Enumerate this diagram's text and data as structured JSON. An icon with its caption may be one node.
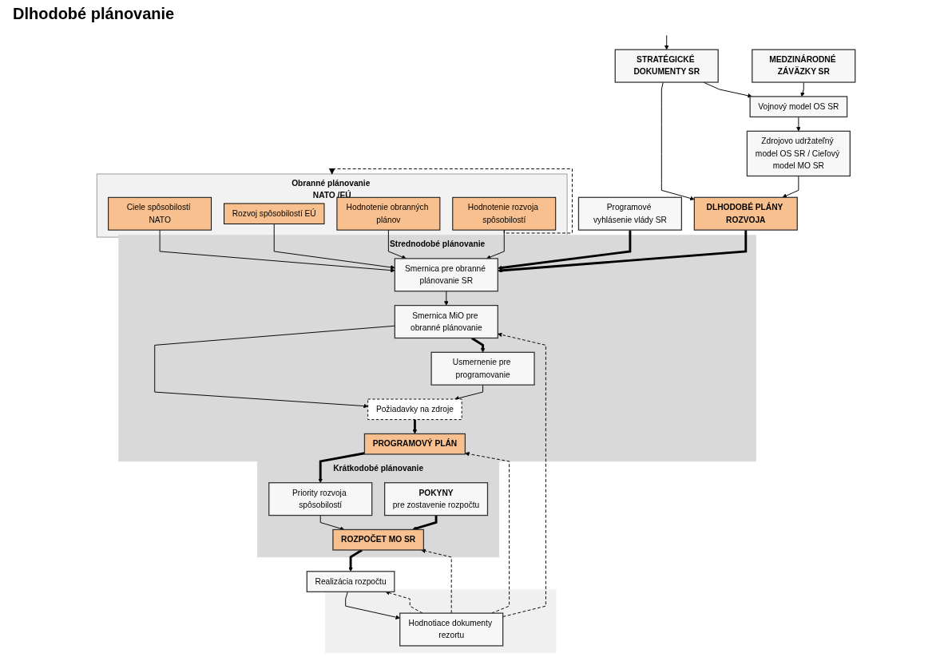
{
  "diagram": {
    "nodes": [
      {
        "text": [
          "STRATÉGICKÉ DOKUMENTY SR"
        ]
      },
      {
        "text": [
          "MEDZINÁRODNÉ ZÁVÄZKY SR"
        ]
      },
      {
        "text": [
          "Programové vyhlásenie vlády SR"
        ]
      },
      {
        "text": [
          "DLHODOBÉ PLÁNY ROZVOJA"
        ]
      },
      {
        "text": [
          "Zdrojovo udržateľný model OS SR / Cieľový model MO SR"
        ]
      },
      {
        "text": [
          "Vojnový model OS SR"
        ]
      },
      {
        "text": [
          "Strednodobé plánovanie"
        ]
      },
      {
        "text": [
          "Smernica pre obranné plánovanie SR"
        ],
        "in": 6
      },
      {
        "text": [
          "Smernica MiO pre obranné plánovanie"
        ],
        "in": 6
      },
      {
        "text": [
          "Požiadavky na zdroje"
        ],
        "in": 6
      },
      {
        "text": [
          "Usmernenie pre programovanie"
        ],
        "in": 6
      },
      {
        "text": [
          "PROGRAMOVÝ PLÁN"
        ],
        "in": 6
      },
      {
        "text": [
          "Obranné plánovanie NATO /EÚ"
        ]
      },
      {
        "text": [
          "Ciele spôsobilostí NATO"
        ],
        "in": 12
      },
      {
        "text": [
          "Rozvoj spôsobilostí EÚ"
        ],
        "in": 12
      },
      {
        "text": [
          "Hodnotenie obranných plánov"
        ],
        "in": 12
      },
      {
        "text": [
          "Hodnotenie rozvoja spôsobilostí"
        ],
        "in": 12
      },
      {
        "text": [
          "Krátkodobé plánovanie"
        ]
      },
      {
        "text": [
          "Priority rozvoja spôsobilostí"
        ],
        "in": 17
      },
      {
        "text": [
          "POKYNY",
          "pre zostavenie rozpočtu"
        ],
        "in": 17
      },
      {
        "text": [
          "ROZPOČET MO SR"
        ],
        "in": 17
      },
      {
        "text": [],
        "shape": "box"
      },
      {
        "text": [
          "Hodnotiace dokumenty rezortu"
        ],
        "in": 21
      },
      {
        "text": [
          "Realizácia rozpočtu"
        ]
      }
    ],
    "edges": [
      {
        "from": null,
        "to": 0,
        "arrow": "to"
      },
      {
        "from": 0,
        "to": 3,
        "arrow": "to"
      },
      {
        "from": 0,
        "to": 5,
        "arrow": "to"
      },
      {
        "from": 1,
        "to": 5,
        "arrow": "to"
      },
      {
        "from": 5,
        "to": 4,
        "arrow": "to"
      },
      {
        "from": 4,
        "to": 3,
        "arrow": "to"
      },
      {
        "from": 2,
        "to": 7,
        "arrow": "to",
        "style": "thick"
      },
      {
        "from": 3,
        "to": 7,
        "arrow": "to",
        "style": "thick"
      },
      {
        "from": 7,
        "to": 8,
        "arrow": "to"
      },
      {
        "from": 8,
        "to": 9,
        "arrow": "to"
      },
      {
        "from": 8,
        "to": 10,
        "arrow": "to",
        "style": "thick"
      },
      {
        "from": 10,
        "to": 9,
        "arrow": "to"
      },
      {
        "from": 9,
        "to": 11,
        "arrow": "to",
        "style": "thick"
      },
      {
        "from": 13,
        "to": 7,
        "arrow": "to"
      },
      {
        "from": 14,
        "to": 7,
        "arrow": "to"
      },
      {
        "from": 15,
        "to": 7,
        "arrow": "to"
      },
      {
        "from": 16,
        "to": 7,
        "arrow": "to"
      },
      {
        "from": 16,
        "to": 12,
        "arrow": "to",
        "style": "dashed"
      },
      {
        "from": 11,
        "to": 18,
        "arrow": "to",
        "style": "thick"
      },
      {
        "from": 18,
        "to": 20,
        "arrow": "to"
      },
      {
        "from": 19,
        "to": 20,
        "arrow": "to",
        "style": "thick"
      },
      {
        "from": 20,
        "to": 23,
        "arrow": "to",
        "style": "thick"
      },
      {
        "from": 23,
        "to": 22,
        "arrow": "to"
      },
      {
        "from": 22,
        "to": 8,
        "arrow": "to",
        "style": "dashed"
      },
      {
        "from": 22,
        "to": 11,
        "arrow": "to",
        "style": "dashed"
      },
      {
        "from": 22,
        "to": 20,
        "arrow": "to",
        "style": "dashed"
      },
      {
        "from": 22,
        "to": 23,
        "arrow": "to",
        "style": "dashed"
      }
    ],
    "labels": [
      "Dlhodobé plánovanie"
    ]
  }
}
